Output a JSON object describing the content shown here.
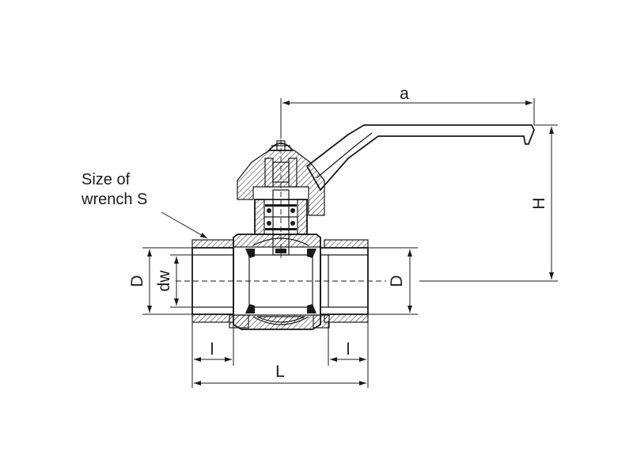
{
  "labels": {
    "a": "a",
    "H": "H",
    "D_left": "D",
    "dw": "dw",
    "D_right": "D",
    "l_left": "l",
    "l_right": "l",
    "L": "L"
  },
  "wrench_note": {
    "line1": "Size of",
    "line2": "wrench S"
  }
}
